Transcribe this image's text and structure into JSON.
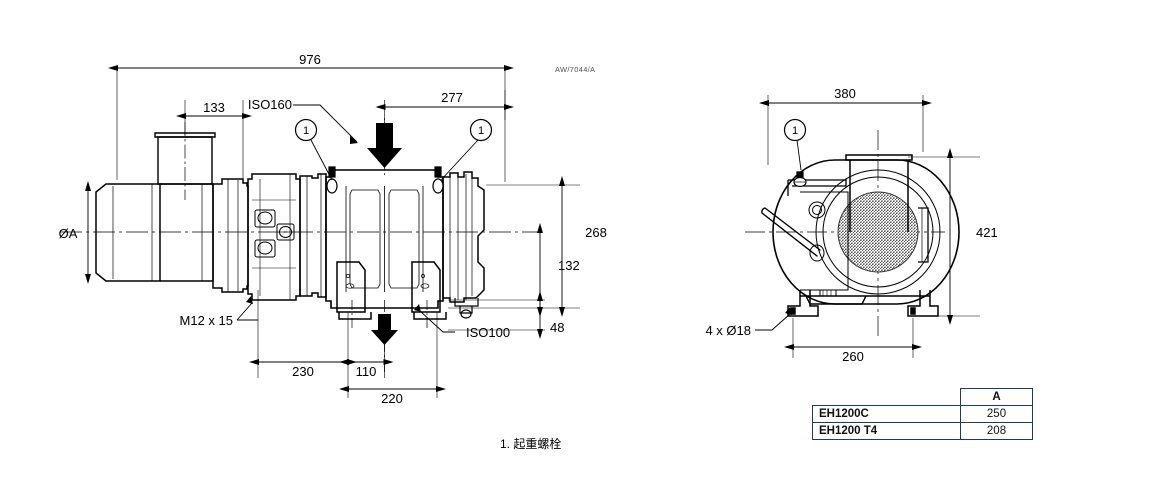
{
  "drawing": {
    "reference_code": "AW/7044/A",
    "note": "1.  起重螺栓",
    "balloon_label": "1"
  },
  "front_view": {
    "dimensions": {
      "overall_length": "976",
      "motor_box_width": "133",
      "inlet_offset": "277",
      "overall_height": "268",
      "axis_height": "132",
      "foot_height": "48",
      "left_dim_230": "230",
      "mid_dim_110": "110",
      "total_dim_220": "220"
    },
    "labels": {
      "shaft_diameter": "ØA",
      "thread_spec": "M12 x 15",
      "inlet_flange": "ISO160",
      "outlet_flange": "ISO100"
    }
  },
  "side_view": {
    "dimensions": {
      "overall_width": "380",
      "overall_height": "421",
      "foot_spacing": "260"
    },
    "labels": {
      "bolt_holes": "4 x Ø18"
    }
  },
  "spec_table": {
    "column_header": "A",
    "rows": [
      {
        "model": "EH1200C",
        "a": "250"
      },
      {
        "model": "EH1200 T4",
        "a": "208"
      }
    ],
    "border_color": "#1f3864"
  }
}
